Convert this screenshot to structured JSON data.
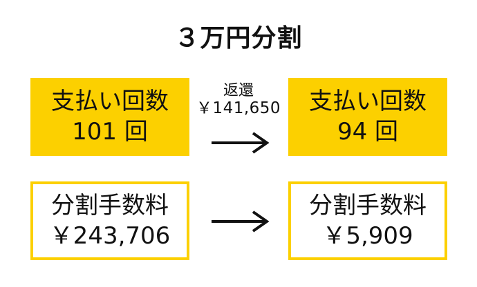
{
  "title": "３万円分割",
  "before": {
    "installments": {
      "label": "支払い回数",
      "value": "101 回"
    },
    "fee": {
      "label": "分割手数料",
      "value": "￥243,706"
    }
  },
  "after": {
    "installments": {
      "label": "支払い回数",
      "value": "94 回"
    },
    "fee": {
      "label": "分割手数料",
      "value": "￥5,909"
    }
  },
  "refund": {
    "label": "返還",
    "amount": "￥141,650"
  },
  "icons": {
    "arrow": "right-arrow-icon"
  },
  "colors": {
    "accent": "#fcd000",
    "text": "#111111"
  }
}
